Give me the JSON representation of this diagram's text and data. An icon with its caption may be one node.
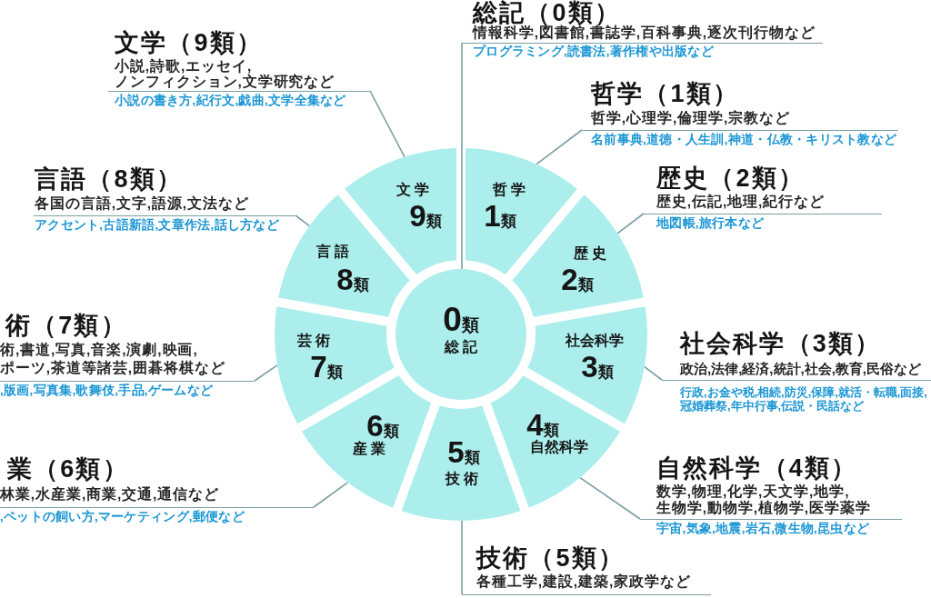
{
  "diagram": {
    "nodes": [
      {
        "text": [
          "0類",
          "総記"
        ]
      },
      {
        "text": [
          "哲学",
          "1類"
        ]
      },
      {
        "text": [
          "歴史",
          "2類"
        ]
      },
      {
        "text": [
          "社会科学",
          "3類"
        ]
      },
      {
        "text": [
          "4類",
          "自然科学"
        ]
      },
      {
        "text": [
          "5類",
          "技術"
        ]
      },
      {
        "text": [
          "6類",
          "産業"
        ]
      },
      {
        "text": [
          "芸術",
          "7類"
        ]
      },
      {
        "text": [
          "言語",
          "8類"
        ]
      },
      {
        "text": [
          "文学",
          "9類"
        ]
      },
      {
        "text": [
          "総記（0類）",
          "情報科学,図書館,書誌学,百科事典,逐次刊行物など",
          "プログラミング,読書法,著作権や出版など"
        ]
      },
      {
        "text": [
          "哲学（1類）",
          "哲学,心理学,倫理学,宗教など",
          "名前事典,道徳・人生訓,神道・仏教・キリスト教など"
        ]
      },
      {
        "text": [
          "歴史（2類）",
          "歴史,伝記,地理,紀行など",
          "地図帳,旅行本など"
        ]
      },
      {
        "text": [
          "社会科学（3類）",
          "政治,法律,経済,統計,社会,教育,民俗など",
          "行政,お金や税,相続,防災,保障,就活・転職,面接,冠婚葬祭,年中行事,伝説・民話など"
        ]
      },
      {
        "text": [
          "自然科学（4類）",
          "数学,物理,化学,天文学,地学,生物学,動物学,植物学,医学薬学",
          "宇宙,気象,地震,岩石,微生物,昆虫など"
        ]
      },
      {
        "text": [
          "技術（5類）",
          "各種工学,建設,建築,家政学など"
        ]
      },
      {
        "text": [
          "業（6類）",
          "林業,水産業,商業,交通,通信など",
          ",ペットの飼い方,マーケティング,郵便など"
        ]
      },
      {
        "text": [
          "術（7類）",
          "術,書道,写真,音楽,演劇,映画,ポーツ,茶道等諸芸,囲碁将棋など",
          ",版画,写真集,歌舞伎,手品,ゲームなど"
        ]
      },
      {
        "text": [
          "言語（8類）",
          "各国の言語,文字,語源,文法など",
          "アクセント,古語新語,文章作法,話し方など"
        ]
      },
      {
        "text": [
          "文学（9類）",
          "小説,詩歌,エッセイ,ノンフィクション,文学研究など",
          "小説の書き方,紀行文,戯曲,文学全集など"
        ]
      }
    ],
    "edges": [
      {
        "from": 10,
        "to": 0,
        "arrow": "none"
      },
      {
        "from": 11,
        "to": 1,
        "arrow": "none"
      },
      {
        "from": 12,
        "to": 2,
        "arrow": "none"
      },
      {
        "from": 13,
        "to": 3,
        "arrow": "none"
      },
      {
        "from": 14,
        "to": 4,
        "arrow": "none"
      },
      {
        "from": 15,
        "to": 5,
        "arrow": "none"
      },
      {
        "from": 16,
        "to": 6,
        "arrow": "none"
      },
      {
        "from": 17,
        "to": 7,
        "arrow": "none"
      },
      {
        "from": 18,
        "to": 8,
        "arrow": "none"
      },
      {
        "from": 19,
        "to": 9,
        "arrow": "none"
      }
    ]
  }
}
